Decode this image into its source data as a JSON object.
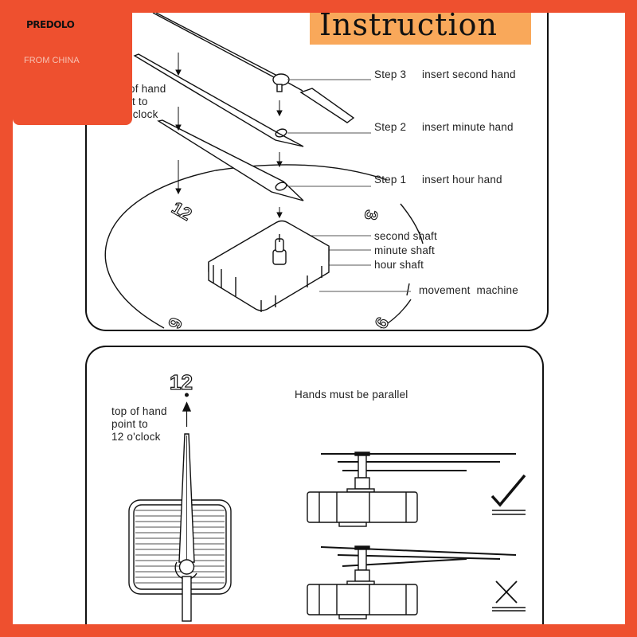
{
  "watermark": {
    "brand": "PREDOLO",
    "subtitle": "FROM CHINA"
  },
  "title": "Instruction",
  "top_panel": {
    "steps": [
      {
        "step": "Step 3",
        "action": "insert second hand"
      },
      {
        "step": "Step 2",
        "action": "insert minute hand"
      },
      {
        "step": "Step 1",
        "action": "insert hour hand"
      }
    ],
    "note_partial": [
      "of hand",
      "t to",
      "'clock"
    ],
    "shafts": [
      "second shaft",
      "minute shaft",
      "hour shaft"
    ],
    "movement_label": "movement  machine",
    "dial_numbers": [
      "12",
      "3",
      "9",
      "6"
    ]
  },
  "bottom_panel": {
    "dial_number": "12",
    "note": [
      "top of hand",
      "point to",
      "12 o'clock"
    ],
    "parallel_heading": "Hands must be parallel",
    "correct_icon": "check-icon",
    "wrong_icon": "cross-icon"
  },
  "colors": {
    "frame": "#EE502F",
    "title_bg": "#F9A85A",
    "ink": "#111111"
  }
}
